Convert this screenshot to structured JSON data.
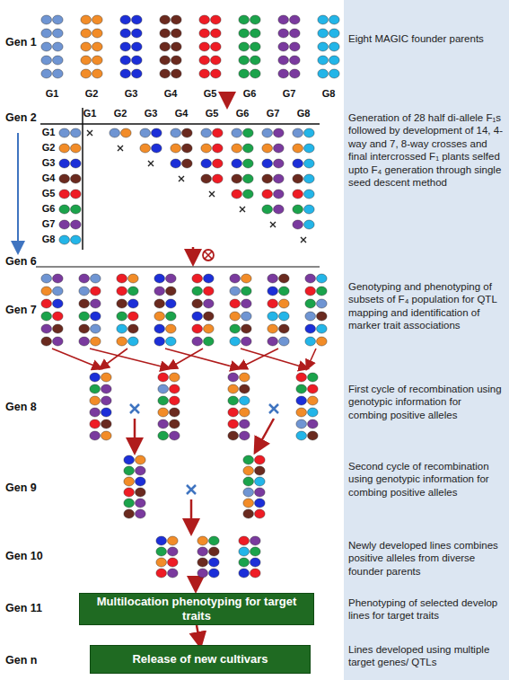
{
  "diagram": {
    "nodes": [
      {
        "text": [
          "Multilocation phenotyping for target traits"
        ]
      },
      {
        "text": [
          "Release of new cultivars"
        ]
      }
    ],
    "edges": [
      {
        "from": 0,
        "to": 1,
        "arrow": "to"
      }
    ],
    "labels": [
      "Gen 1",
      "Eight MAGIC founder parents",
      "G1",
      "G2",
      "G3",
      "G4",
      "G5",
      "G6",
      "G7",
      "G8",
      "Gen 2",
      "G1",
      "G2",
      "G3",
      "G4",
      "G5",
      "G6",
      "G7",
      "G8",
      "G1",
      "G2",
      "G3",
      "G4",
      "G5",
      "G6",
      "G7",
      "G8",
      "Generation of 28 half di-allele F₁s followed by development of 14, 4-way and 7, 8-way crosses and final intercrossed F₁ plants selfed upto F₄ generation through single seed descent method",
      "Gen 6",
      "Gen 7",
      "Genotyping and phenotyping of subsets of F₄ population for QTL mapping and identification of marker trait associations",
      "Gen 8",
      "First cycle of recombination using genotypic information for combing positive alleles",
      "Gen 9",
      "Second cycle of recombination using genotypic information for combing positive alleles",
      "Gen 10",
      "Newly developed lines combines positive alleles from diverse founder parents",
      "Gen 11",
      "Phenotyping of selected develop lines for target traits",
      "Gen n",
      "Lines developed using multiple target genes/ QTLs"
    ]
  }
}
